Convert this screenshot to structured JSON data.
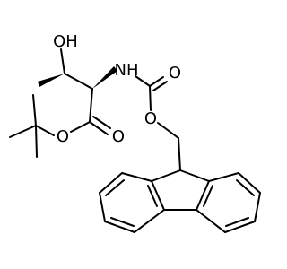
{
  "molecule": {
    "atoms": {
      "hydroxyl": "OH",
      "amine": "NH",
      "carbonyl_o": "O",
      "carbamate_o": "O",
      "ester_o": "O",
      "ester_carbonyl_o": "O"
    },
    "colors": {
      "bond": "#000000",
      "label": "#000000",
      "background": "#ffffff"
    }
  }
}
